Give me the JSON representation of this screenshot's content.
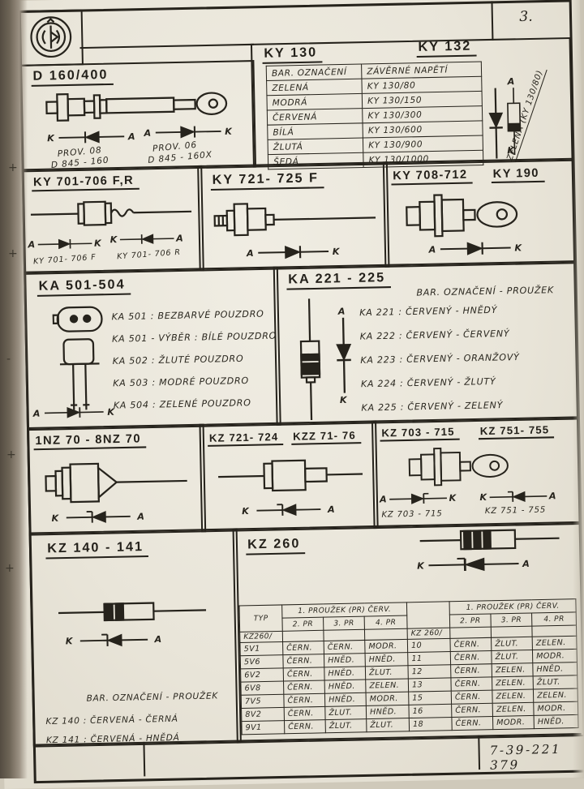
{
  "page": {
    "number": "3.",
    "doc_number": "7-39-221 379"
  },
  "sections": {
    "d160": {
      "title": "D 160/400",
      "sym_left": {
        "left": "K",
        "right": "A"
      },
      "sym_right": {
        "left": "A",
        "right": "K"
      },
      "label_left_1": "PROV. 08",
      "label_left_2": "D 845 - 160",
      "label_right_1": "PROV. 06",
      "label_right_2": "D 845 - 160X"
    },
    "ky130": {
      "title": "KY 130",
      "title2": "KY 132",
      "table": {
        "headers": [
          "BAR. OZNAČENÍ",
          "ZÁVĚRNÉ NAPĚTÍ"
        ],
        "rows": [
          [
            "ZELENÁ",
            "KY 130/80"
          ],
          [
            "MODRÁ",
            "KY 130/150"
          ],
          [
            "ČERVENÁ",
            "KY 130/300"
          ],
          [
            "BÍLÁ",
            "KY 130/600"
          ],
          [
            "ŽLUTÁ",
            "KY 130/900"
          ],
          [
            "ŠEDÁ",
            "KY 130/1000"
          ]
        ]
      },
      "side_label": "ZELENÁ (KY 130/80)",
      "term_a": "A",
      "term_k": "K"
    },
    "ky701": {
      "title": "KY 701-706 F,R",
      "sym1": {
        "left": "A",
        "right": "K",
        "label": "KY 701- 706 F"
      },
      "sym2": {
        "left": "K",
        "right": "A",
        "label": "KY 701- 706 R"
      }
    },
    "ky721": {
      "title": "KY 721- 725 F",
      "sym": {
        "left": "A",
        "right": "K"
      }
    },
    "ky708": {
      "title": "KY 708-712",
      "title2": "KY 190",
      "sym": {
        "left": "A",
        "right": "K"
      }
    },
    "ka501": {
      "title": "KA 501-504",
      "lines": [
        "KA 501 : BEZBARVÉ POUZDRO",
        "KA 501 - VÝBĚR : BÍLÉ POUZDRO",
        "KA 502 : ŽLUTÉ POUZDRO",
        "KA 503 : MODRÉ POUZDRO",
        "KA 504 : ZELENÉ POUZDRO"
      ],
      "sym": {
        "left": "A",
        "right": "K"
      }
    },
    "ka221": {
      "title": "KA 221 - 225",
      "subtitle": "BAR. OZNAČENÍ - PROUŽEK",
      "lines": [
        "KA 221 :  ČERVENÝ - HNĚDÝ",
        "KA 222 :  ČERVENÝ - ČERVENÝ",
        "KA 223 :  ČERVENÝ - ORANŽOVÝ",
        "KA 224 :  ČERVENÝ - ŽLUTÝ",
        "KA 225 :  ČERVENÝ - ZELENÝ"
      ],
      "term_a": "A",
      "term_k": "K"
    },
    "nz70": {
      "title": "1NZ 70 - 8NZ 70",
      "sym": {
        "left": "K",
        "right": "A"
      }
    },
    "kz721": {
      "title": "KZ 721- 724",
      "title2": "KZZ 71- 76",
      "sym": {
        "left": "K",
        "right": "A"
      }
    },
    "kz703": {
      "title": "KZ 703 - 715",
      "title2": "KZ 751- 755",
      "sym1": {
        "left": "A",
        "right": "K",
        "label": "KZ 703 - 715"
      },
      "sym2": {
        "left": "K",
        "right": "A",
        "label": "KZ 751 - 755"
      }
    },
    "kz140": {
      "title": "KZ 140 - 141",
      "subtitle": "BAR. OZNAČENÍ - PROUŽEK",
      "lines": [
        "KZ 140 :  ČERVENÁ - ČERNÁ",
        "KZ 141 :  ČERVENÁ - HNĚDÁ"
      ],
      "sym": {
        "left": "K",
        "right": "A"
      }
    },
    "kz260": {
      "title": "KZ 260",
      "sym": {
        "left": "K",
        "right": "A"
      },
      "table": {
        "typ": "TYP",
        "group": "1. PROUŽEK (PR) ČERV.",
        "sub": [
          "2. PR",
          "3. PR",
          "4. PR"
        ],
        "prefix_left": "KZ260/",
        "prefix_right": "KZ 260/",
        "rows": [
          [
            "5V1",
            "ČERN.",
            "ČERN.",
            "MODR.",
            "10",
            "ČERN.",
            "ŽLUT.",
            "ZELEN."
          ],
          [
            "5V6",
            "ČERN.",
            "HNĚD.",
            "HNĚD.",
            "11",
            "ČERN.",
            "ŽLUT.",
            "MODR."
          ],
          [
            "6V2",
            "ČERN.",
            "HNĚD.",
            "ŽLUT.",
            "12",
            "ČERN.",
            "ZELEN.",
            "HNĚD."
          ],
          [
            "6V8",
            "ČERN.",
            "HNĚD.",
            "ZELEN.",
            "13",
            "ČERN.",
            "ZELEN.",
            "ŽLUT."
          ],
          [
            "7V5",
            "ČERN.",
            "HNĚD.",
            "MODR.",
            "15",
            "ČERN.",
            "ZELEN.",
            "ZELEN."
          ],
          [
            "8V2",
            "ČERN.",
            "ŽLUT.",
            "HNĚD.",
            "16",
            "ČERN.",
            "ZELEN.",
            "MODR."
          ],
          [
            "9V1",
            "ČERN.",
            "ŽLUT.",
            "ŽLUT.",
            "18",
            "ČERN.",
            "MODR.",
            "HNĚD."
          ]
        ]
      }
    }
  }
}
